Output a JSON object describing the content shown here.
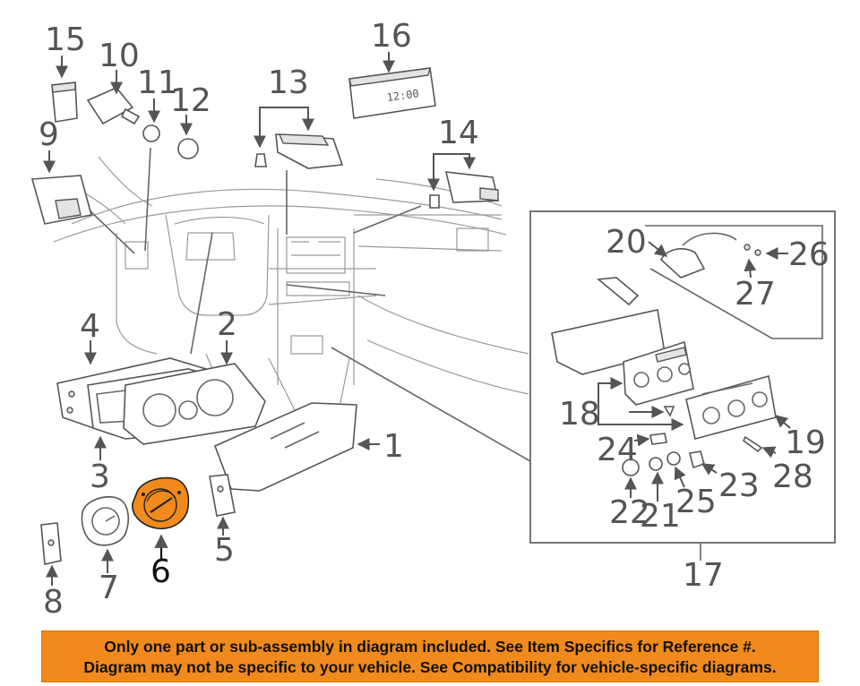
{
  "callouts": {
    "c1": "1",
    "c2": "2",
    "c3": "3",
    "c4": "4",
    "c5": "5",
    "c6": "6",
    "c7": "7",
    "c8": "8",
    "c9": "9",
    "c10": "10",
    "c11": "11",
    "c12": "12",
    "c13": "13",
    "c14": "14",
    "c15": "15",
    "c16": "16",
    "c17": "17",
    "c18": "18",
    "c19": "19",
    "c20": "20",
    "c21": "21",
    "c22": "22",
    "c23": "23",
    "c24": "24",
    "c25": "25",
    "c26": "26",
    "c27": "27",
    "c28": "28"
  },
  "clock_display": "12:00",
  "highlight_color": "#f08a1c",
  "disclaimer": {
    "line1": "Only one part or sub-assembly in diagram included. See Item Specifics for Reference #.",
    "line2": "Diagram may not be specific to your vehicle. See Compatibility for vehicle-specific diagrams."
  }
}
